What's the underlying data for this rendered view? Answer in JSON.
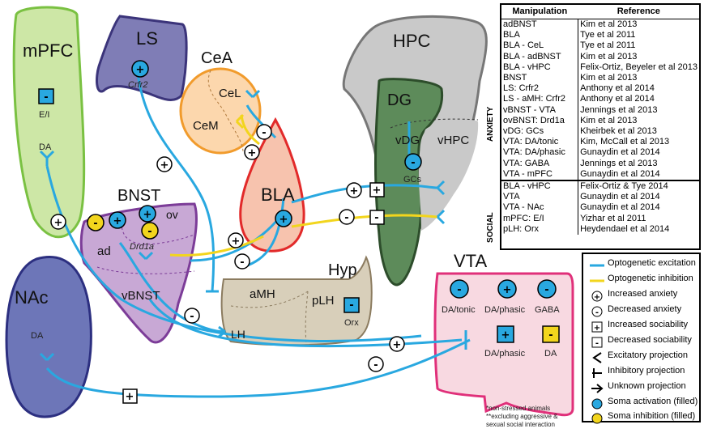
{
  "regions": {
    "mpfc": "mPFC",
    "ls": "LS",
    "cea": "CeA",
    "cel": "CeL",
    "cem": "CeM",
    "hpc": "HPC",
    "dg": "DG",
    "vdg": "vDG",
    "vhpc": "vHPC",
    "bla": "BLA",
    "bnst": "BNST",
    "ov": "ov",
    "ad": "ad",
    "vbnst": "vBNST",
    "hyp": "Hyp",
    "amh": "aMH",
    "plh": "pLH",
    "lh": "LH",
    "nac": "NAc",
    "vta": "VTA"
  },
  "labels": {
    "crfr2": "Crfr2",
    "ei": "E/I",
    "da_mpfc": "DA",
    "da_nac": "DA",
    "gcs": "GCs",
    "drd1a": "Drd1a",
    "orx": "Orx",
    "vta_datonic": "DA/tonic",
    "vta_daphasic": "DA/phasic",
    "vta_gaba": "GABA",
    "vta_daphasic2": "DA/phasic",
    "vta_da": "DA"
  },
  "symbols": {
    "plus": "+",
    "minus": "-"
  },
  "table": {
    "col1": "Manipulation",
    "col2": "Reference",
    "anxiety_label": "ANXIETY",
    "social_label": "SOCIAL",
    "anxiety_rows": [
      [
        "adBNST",
        "Kim et al 2013"
      ],
      [
        "BLA",
        "Tye et al 2011"
      ],
      [
        "BLA - CeL",
        "Tye et al 2011"
      ],
      [
        "BLA - adBNST",
        "Kim et al 2013"
      ],
      [
        "BLA - vHPC",
        "Felix-Ortiz, Beyeler et al 2013"
      ],
      [
        "BNST",
        "Kim et al 2013"
      ],
      [
        "LS: Crfr2",
        "Anthony et al 2014"
      ],
      [
        "LS - aMH: Crfr2",
        "Anthony et al 2014"
      ],
      [
        "vBNST - VTA",
        "Jennings et al 2013"
      ],
      [
        "ovBNST: Drd1a",
        "Kim et al 2013"
      ],
      [
        "vDG: GCs",
        "Kheirbek et al 2013"
      ],
      [
        "VTA: DA/tonic",
        "Kim, McCall et al 2013"
      ],
      [
        "VTA: DA/phasic",
        "Gunaydin et al 2014"
      ],
      [
        "VTA: GABA",
        "Jennings et al 2013"
      ],
      [
        "VTA - mPFC",
        "Gunaydin et al 2014"
      ]
    ],
    "social_rows": [
      [
        "BLA - vHPC",
        "Felix-Ortiz & Tye 2014"
      ],
      [
        "VTA",
        "Gunaydin et al 2014"
      ],
      [
        "VTA - NAc",
        "Gunaydin et al 2014"
      ],
      [
        "mPFC: E/I",
        "Yizhar et al 2011"
      ],
      [
        "pLH: Orx",
        "Heydendael et al 2014"
      ]
    ]
  },
  "legend": [
    "Optogenetic excitation",
    "Optogenetic inhibition",
    "Increased anxiety",
    "Decreased anxiety",
    "Increased sociability",
    "Decreased sociability",
    "Excitatory projection",
    "Inhibitory projection",
    "Unknown projection",
    "Soma activation (filled)",
    "Soma inhibition (filled)"
  ],
  "footnotes": {
    "line1": "*non-stressed animals",
    "line2": "**excluding aggressive &",
    "line3": "sexual social interaction"
  },
  "colors": {
    "excitation": "#29a8e0",
    "inhibition": "#f2d51d",
    "mpfc": "#c8e6a0",
    "ls": "#7d7bb5",
    "cea": "#fcd9b0",
    "hpc": "#c8c8c8",
    "dg": "#5f8e5f",
    "bla": "#f7c4b2",
    "bnst": "#c9a9d6",
    "hyp": "#d8cdb8",
    "nac": "#6e77b8",
    "vta": "#f9d8e0"
  }
}
